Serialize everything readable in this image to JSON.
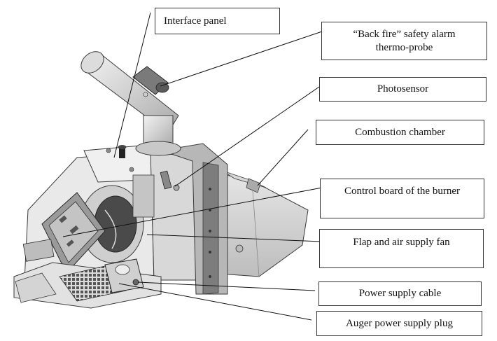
{
  "labels": {
    "interface_panel": "Interface panel",
    "back_fire_line1": "“Back fire” safety alarm",
    "back_fire_line2": "thermo-probe",
    "photosensor": "Photosensor",
    "combustion_chamber": "Combustion chamber",
    "control_board": "Control board of the burner",
    "flap_fan": "Flap and air supply fan",
    "power_cable": "Power supply cable",
    "auger_plug": "Auger power supply plug"
  },
  "colors": {
    "metal_light": "#e4e4e4",
    "metal_mid": "#c9c9c9",
    "metal_dark": "#8a8a8a",
    "outline": "#3a3a3a"
  }
}
